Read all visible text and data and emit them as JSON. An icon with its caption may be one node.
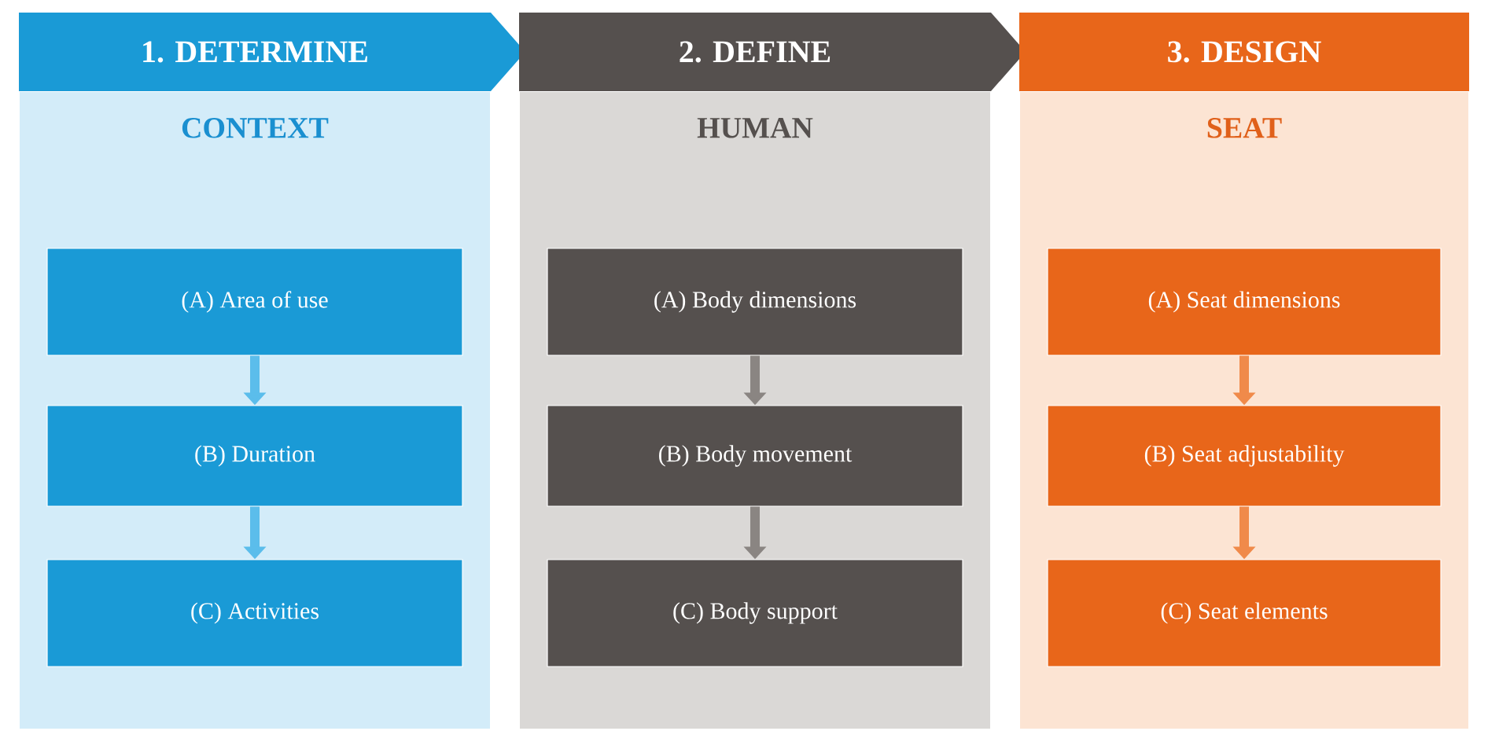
{
  "diagram": {
    "nodes": [
      {
        "text": [
          "1. DETERMINE"
        ]
      },
      {
        "text": [
          "CONTEXT"
        ]
      },
      {
        "text": [
          "(A) Area of use"
        ],
        "in": 1
      },
      {
        "text": [
          "(B) Duration"
        ],
        "in": 1
      },
      {
        "text": [
          "(C) Activities"
        ],
        "in": 1
      },
      {
        "text": [
          "2. DEFINE"
        ]
      },
      {
        "text": [
          "HUMAN"
        ]
      },
      {
        "text": [
          "(A) Body dimensions"
        ],
        "in": 6
      },
      {
        "text": [
          "(B) Body movement"
        ],
        "in": 6
      },
      {
        "text": [
          "(C) Body support"
        ],
        "in": 6
      },
      {
        "text": [
          "3. DESIGN"
        ]
      },
      {
        "text": [
          "SEAT"
        ]
      },
      {
        "text": [
          "(A) Seat dimensions"
        ],
        "in": 11
      },
      {
        "text": [
          "(B) Seat adjustability"
        ],
        "in": 11
      },
      {
        "text": [
          "(C) Seat elements"
        ],
        "in": 11
      }
    ],
    "edges": [
      {
        "from": 2,
        "to": 3,
        "arrow": "to",
        "color": "#5bbdeb"
      },
      {
        "from": 3,
        "to": 4,
        "arrow": "to",
        "color": "#5bbdeb"
      },
      {
        "from": 7,
        "to": 8,
        "arrow": "to",
        "color": "#8a8582"
      },
      {
        "from": 8,
        "to": 9,
        "arrow": "to",
        "color": "#8a8582"
      },
      {
        "from": 12,
        "to": 13,
        "arrow": "to",
        "color": "#f08a4a"
      },
      {
        "from": 13,
        "to": 14,
        "arrow": "to",
        "color": "#f08a4a"
      }
    ]
  }
}
